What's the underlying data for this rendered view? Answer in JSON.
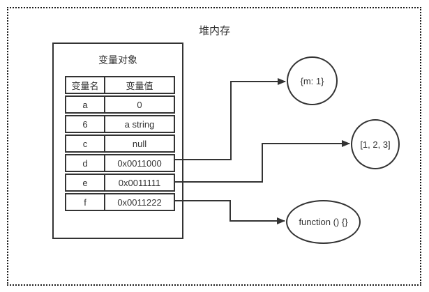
{
  "diagram": {
    "title": "堆内存",
    "variable_object": {
      "title": "变量对象",
      "table": {
        "headers": [
          "变量名",
          "变量值"
        ],
        "rows": [
          [
            "a",
            "0"
          ],
          [
            "6",
            "a string"
          ],
          [
            "c",
            "null"
          ],
          [
            "d",
            "0x0011000"
          ],
          [
            "e",
            "0x0011111"
          ],
          [
            "f",
            "0x0011222"
          ]
        ]
      }
    },
    "heap_objects": [
      {
        "id": "object-literal",
        "label": "{m: 1}"
      },
      {
        "id": "array-literal",
        "label": "[1, 2, 3]"
      },
      {
        "id": "function-literal",
        "label": "function () {}"
      }
    ],
    "connections": [
      {
        "from": "d",
        "to": "object-literal"
      },
      {
        "from": "e",
        "to": "array-literal"
      },
      {
        "from": "f",
        "to": "function-literal"
      }
    ],
    "colors": {
      "stroke": "#333333",
      "canvas_border": "#1a1a1a",
      "background": "#ffffff"
    }
  }
}
